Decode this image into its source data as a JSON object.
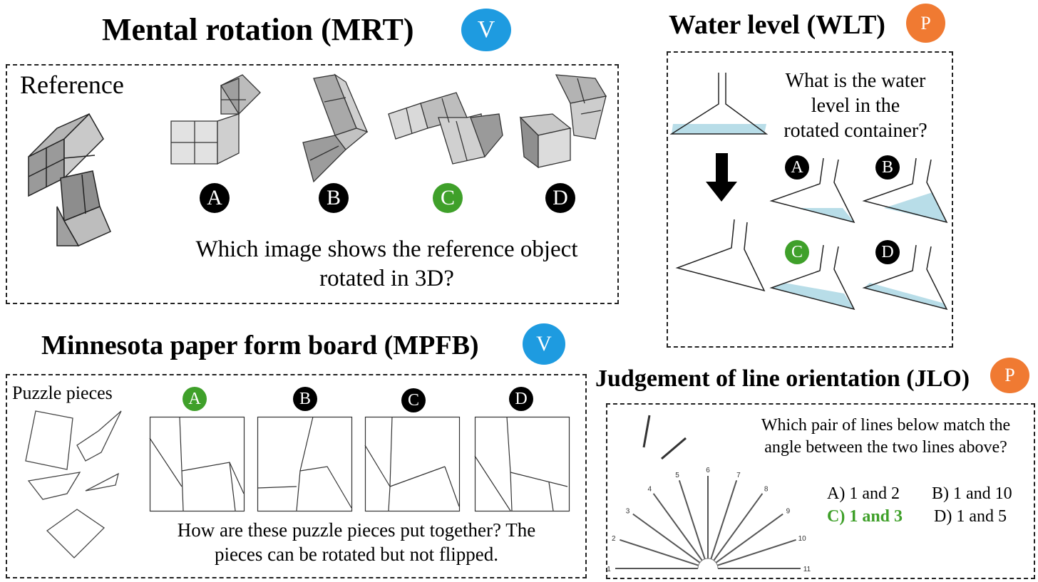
{
  "colors": {
    "visual_badge": "#1e9be0",
    "physical_badge": "#f07a32",
    "correct": "#3fa02a",
    "water": "#b8dde8"
  },
  "mrt": {
    "title": "Mental rotation (MRT)",
    "badge": "V",
    "reference_label": "Reference",
    "options": [
      "A",
      "B",
      "C",
      "D"
    ],
    "correct": "C",
    "question_line1": "Which image shows the reference object",
    "question_line2": "rotated in 3D?"
  },
  "wlt": {
    "title": "Water level (WLT)",
    "badge": "P",
    "question_line1": "What is the water",
    "question_line2": "level in the",
    "question_line3": "rotated container?",
    "options": [
      "A",
      "B",
      "C",
      "D"
    ],
    "correct": "C"
  },
  "mpfb": {
    "title": "Minnesota paper form board (MPFB)",
    "badge": "V",
    "pieces_label": "Puzzle pieces",
    "options": [
      "A",
      "B",
      "C",
      "D"
    ],
    "correct": "A",
    "question_line1": "How are these puzzle pieces put together? The",
    "question_line2": "pieces can be rotated but not flipped."
  },
  "jlo": {
    "title": "Judgement of line orientation (JLO)",
    "badge": "P",
    "question_line1": "Which pair of lines below match the",
    "question_line2": "angle between the two lines above?",
    "answers": [
      "A) 1 and 2",
      "B) 1 and 10",
      "C) 1 and 3",
      "D) 1 and 5"
    ],
    "correct_answer": "C) 1 and 3",
    "fan_labels": [
      "1",
      "2",
      "3",
      "4",
      "5",
      "6",
      "7",
      "8",
      "9",
      "10",
      "11"
    ]
  }
}
